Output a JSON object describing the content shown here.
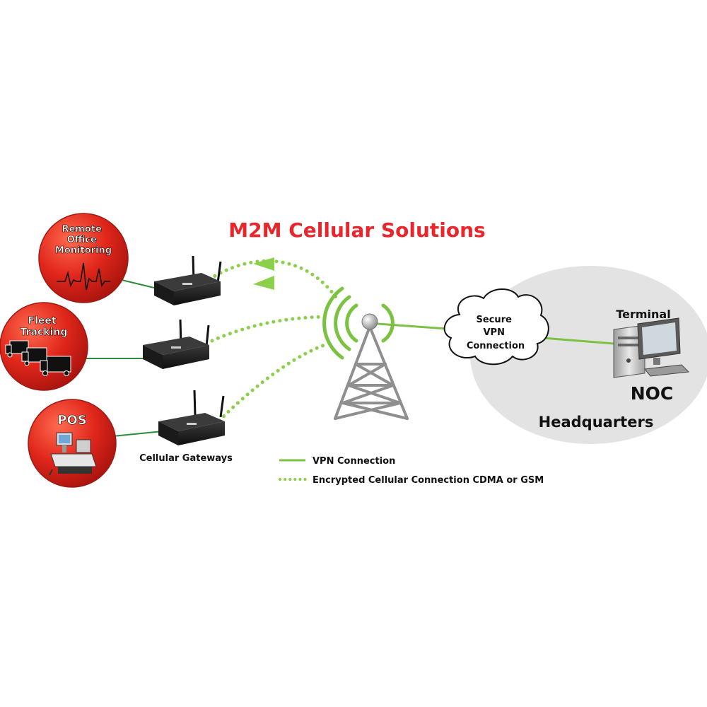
{
  "title": "M2M Cellular Solutions",
  "colors": {
    "title": "#e8262b",
    "vpn_line": "#7cc242",
    "cellular_dots": "#8ccf4a",
    "device_circle": "#d9261c",
    "headquarters_bg": "#e3e3e3",
    "tower": "#8f8f8f"
  },
  "sources": [
    {
      "label_lines": [
        "Remote",
        "Office",
        "Monitoring"
      ],
      "icon": "heartbeat-icon"
    },
    {
      "label_lines": [
        "Fleet",
        "Tracking"
      ],
      "icon": "trucks-icon"
    },
    {
      "label_lines": [
        "POS"
      ],
      "icon": "pos-terminal-icon"
    }
  ],
  "gateways_label": "Cellular Gateways",
  "cloud_label_lines": [
    "Secure",
    "VPN",
    "Connection"
  ],
  "terminal_label": "Terminal",
  "noc_label": "NOC",
  "headquarters_label": "Headquarters",
  "legend": {
    "vpn": "VPN Connection",
    "cellular": "Encrypted Cellular Connection CDMA or GSM"
  }
}
